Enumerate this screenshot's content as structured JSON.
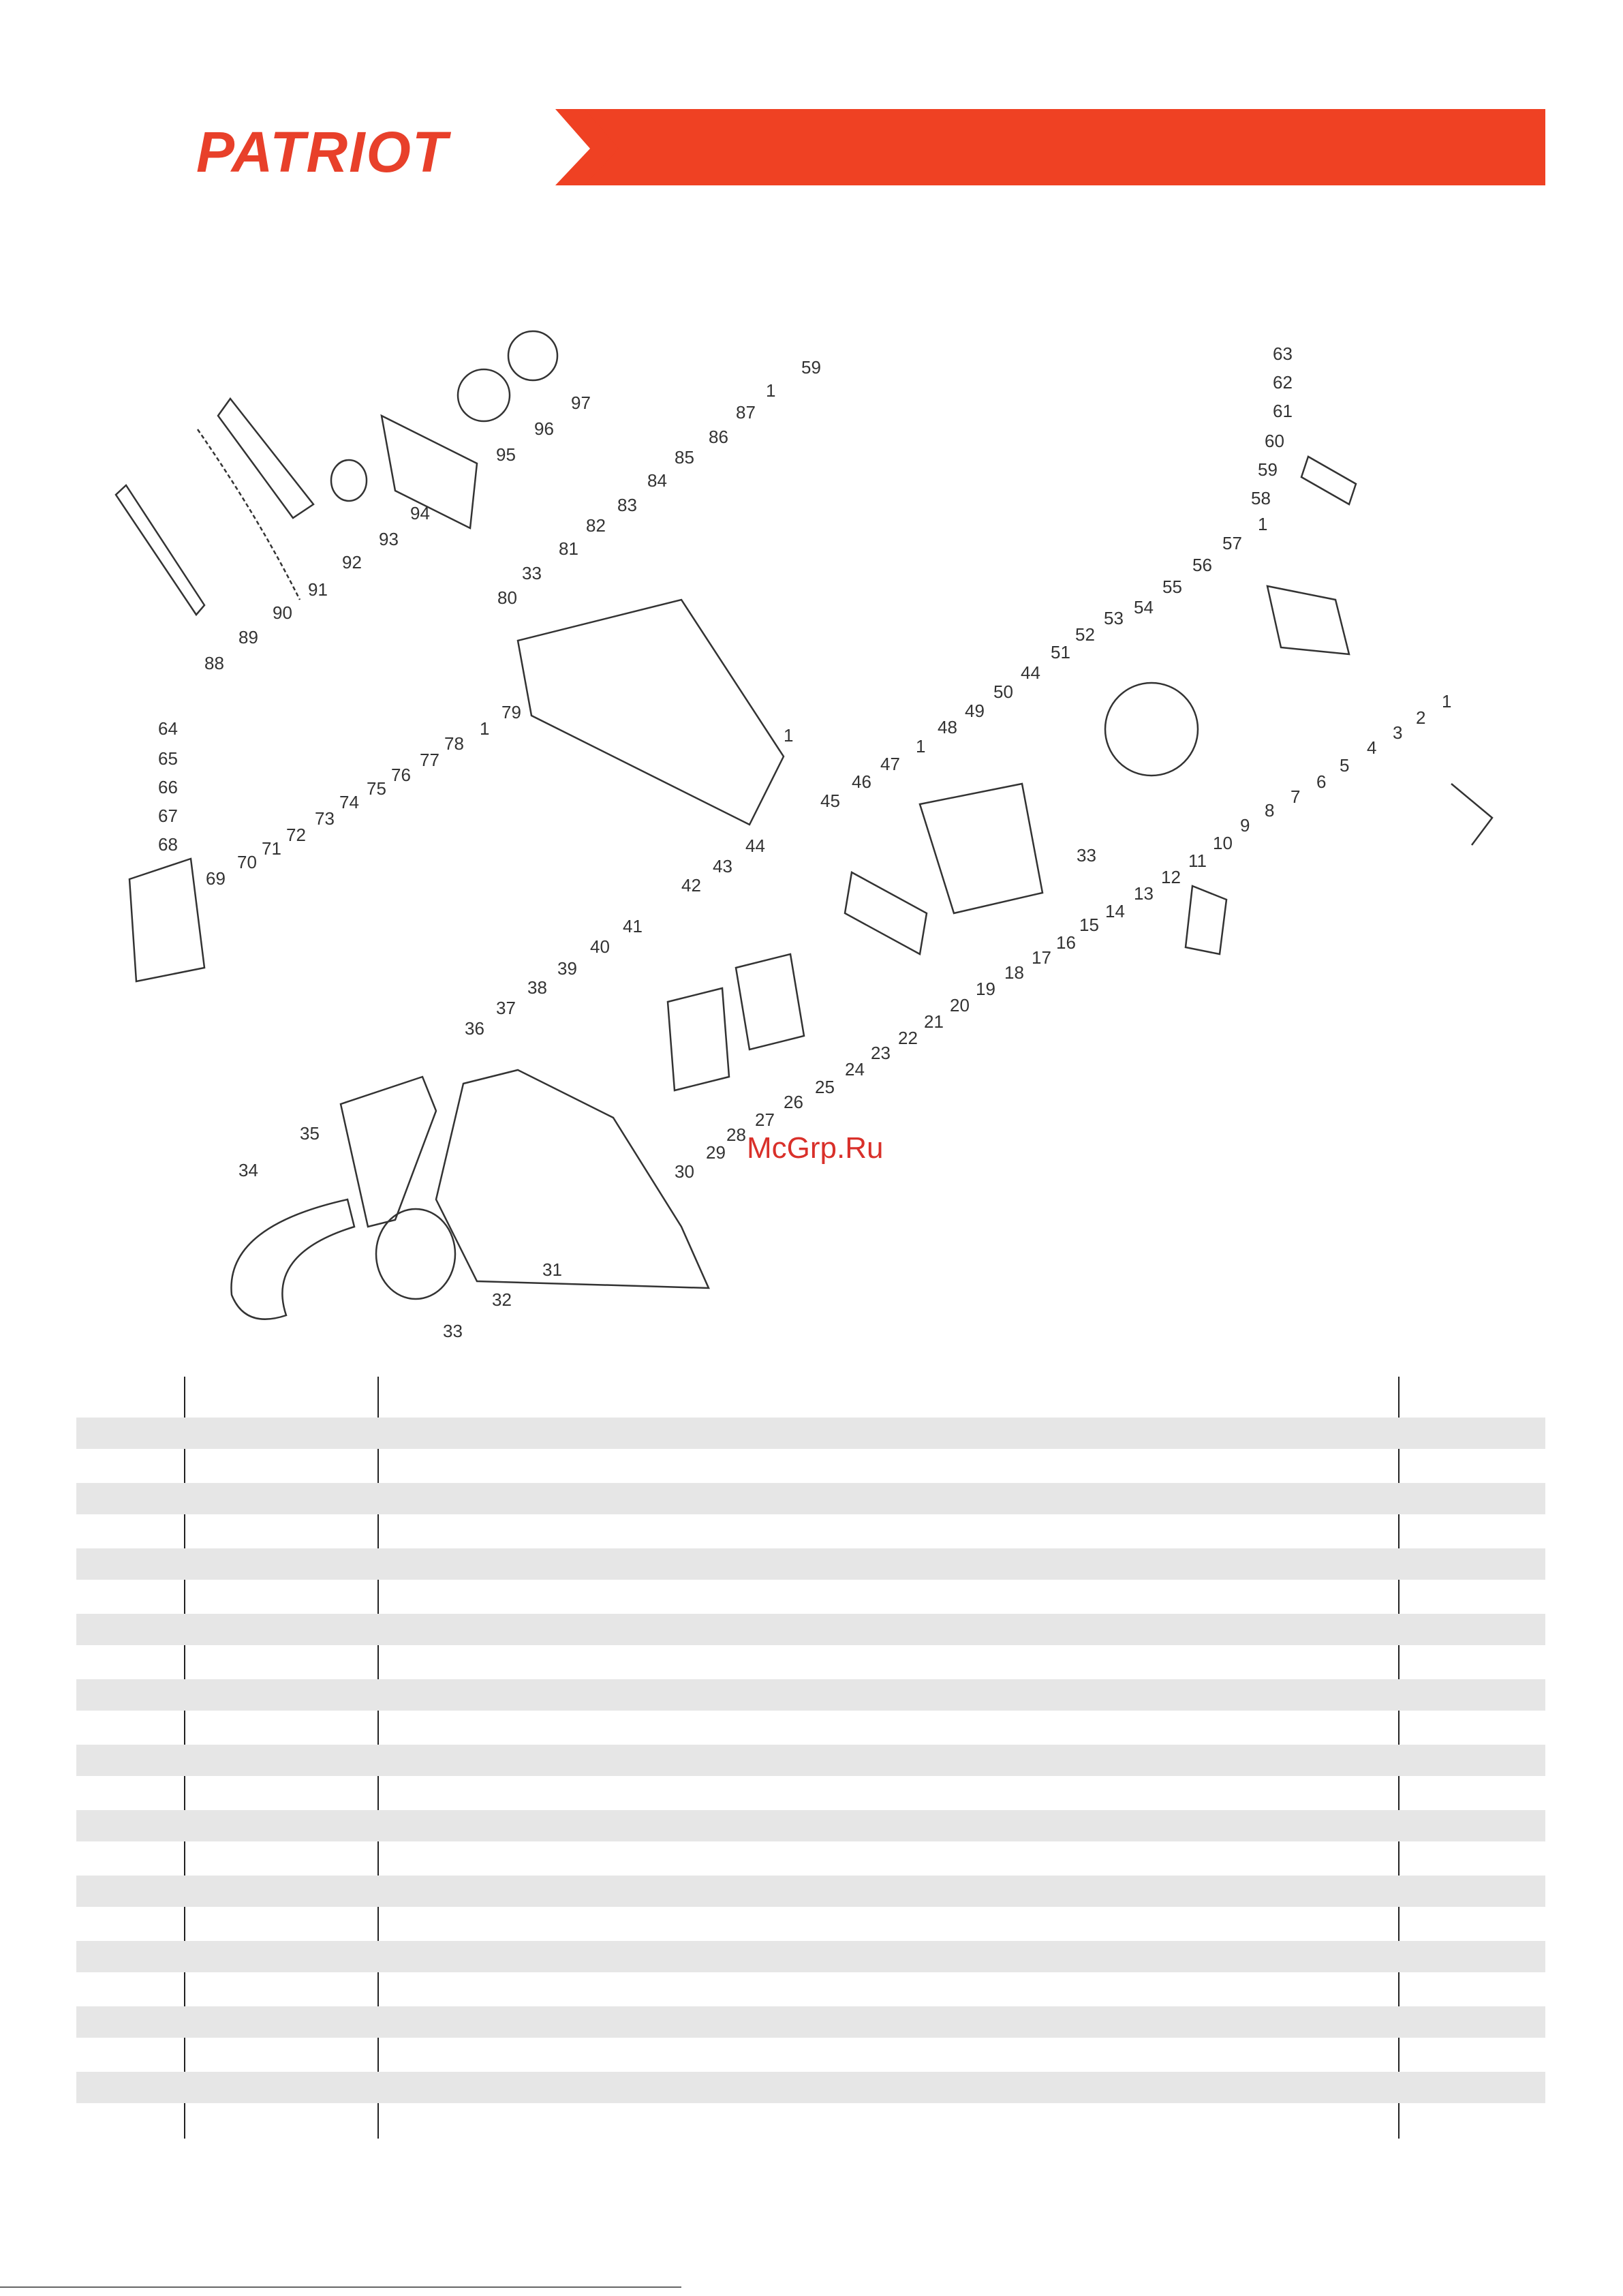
{
  "header": {
    "brand": "PATRIOT",
    "brand_color": "#e8402a",
    "band_color": "#ef4123"
  },
  "watermark": "McGrp.Ru",
  "diagram": {
    "part_numbers": [
      "1",
      "2",
      "3",
      "4",
      "5",
      "6",
      "7",
      "8",
      "9",
      "10",
      "11",
      "12",
      "13",
      "14",
      "15",
      "16",
      "17",
      "18",
      "19",
      "20",
      "21",
      "22",
      "23",
      "24",
      "25",
      "26",
      "27",
      "28",
      "29",
      "30",
      "31",
      "32",
      "33",
      "34",
      "35",
      "36",
      "37",
      "38",
      "39",
      "40",
      "41",
      "42",
      "43",
      "44",
      "45",
      "46",
      "47",
      "48",
      "49",
      "50",
      "51",
      "52",
      "53",
      "54",
      "55",
      "56",
      "57",
      "58",
      "59",
      "60",
      "61",
      "62",
      "63",
      "64",
      "65",
      "66",
      "67",
      "68",
      "69",
      "70",
      "71",
      "72",
      "73",
      "74",
      "75",
      "76",
      "77",
      "78",
      "79",
      "80",
      "81",
      "82",
      "83",
      "84",
      "85",
      "86",
      "87",
      "88",
      "89",
      "90",
      "91",
      "92",
      "93",
      "94",
      "95",
      "96",
      "97"
    ]
  },
  "table": {
    "row_count": 11
  }
}
